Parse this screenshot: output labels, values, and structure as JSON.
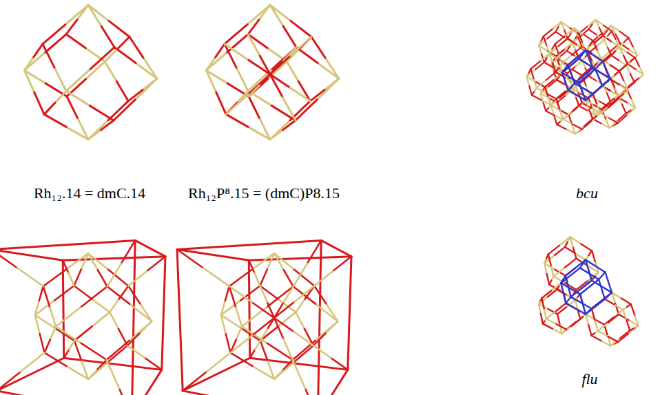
{
  "diagram": {
    "labels": [
      "Rh₁₂.14 = dmC.14",
      "Rh₁₂P⁸.15 = (dmC)P8.15",
      "bcu",
      "flu"
    ]
  }
}
